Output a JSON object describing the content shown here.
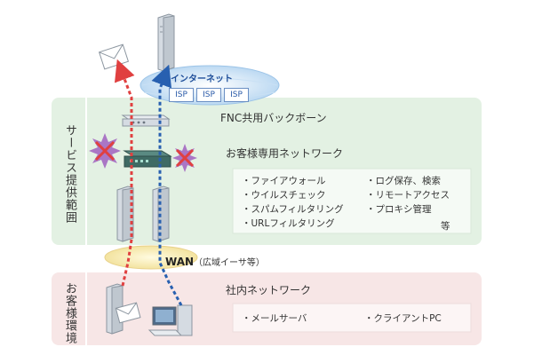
{
  "internet": {
    "label": "インターネット",
    "isp_labels": [
      "ISP",
      "ISP",
      "ISP"
    ]
  },
  "service": {
    "side_label": "サービス提供範囲",
    "backbone_label": "FNC共用バックボーン",
    "network_title": "お客様専用ネットワーク",
    "features": [
      "・ファイアウォール",
      "・ウイルスチェック",
      "・スパムフィルタリング",
      "・URLフィルタリング",
      "・ログ保存、検索",
      "・リモートアクセス",
      "・プロキシ管理"
    ],
    "etc": "等"
  },
  "wan": {
    "label": "WAN",
    "note": "（広域イーサ等）"
  },
  "customer": {
    "side_label": "お客様環境",
    "network_title": "社内ネットワーク",
    "items": [
      "・メールサーバ",
      "・クライアントPC"
    ]
  },
  "colors": {
    "service_band": "#e3f1e3",
    "service_panel": "#f5faf5",
    "customer_band": "#f7e6e6",
    "customer_panel": "#fcf5f5",
    "red_line": "#e04040",
    "blue_line": "#2860b0"
  }
}
